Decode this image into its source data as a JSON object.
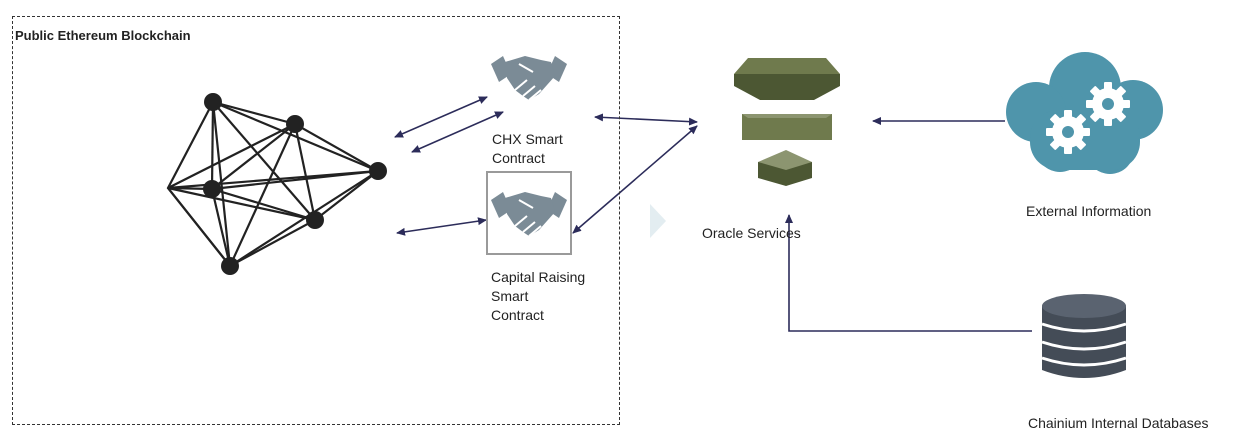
{
  "region": {
    "title": "Public Ethereum Blockchain"
  },
  "nodes": {
    "chx": {
      "line1": "CHX Smart",
      "line2": "Contract"
    },
    "capital": {
      "line1": "Capital Raising",
      "line2": "Smart",
      "line3": "Contract"
    },
    "oracle": {
      "label": "Oracle Services"
    },
    "external": {
      "label": "External Information"
    },
    "databases": {
      "label": "Chainium Internal Databases"
    }
  },
  "colors": {
    "arrow": "#2c2c5a",
    "handshake": "#7b8b96",
    "oracle_top": "#4c5733",
    "oracle_mid": "#6f7a4d",
    "oracle_light": "#8c9570",
    "cloud": "#4f95ab",
    "database": "#444c57",
    "network": "#222222"
  },
  "icons": [
    "ethereum-network-icon",
    "handshake-icon",
    "oracle-stack-icon",
    "cloud-gears-icon",
    "database-icon"
  ]
}
